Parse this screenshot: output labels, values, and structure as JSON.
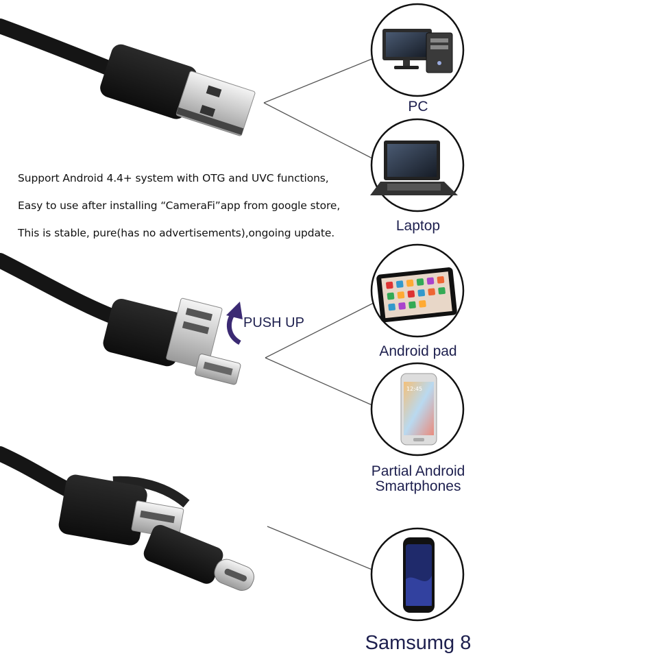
{
  "description": {
    "line1": "Support Android 4.4+ system with OTG and UVC functions,",
    "line2": "Easy to use after installing “CameraFi”app from google store,",
    "line3": "This is stable, pure(has no advertisements),ongoing update."
  },
  "push_up": "PUSH UP",
  "devices": {
    "pc": "PC",
    "laptop": "Laptop",
    "android_pad": "Android pad",
    "partial_android_line1": "Partial Android",
    "partial_android_line2": "Smartphones",
    "samsung": "Samsumg 8"
  },
  "colors": {
    "label_text": "#1d1f4e",
    "cable": "#1a1a1a",
    "metal": "#d9d9d9",
    "arrow": "#3b2a73"
  }
}
